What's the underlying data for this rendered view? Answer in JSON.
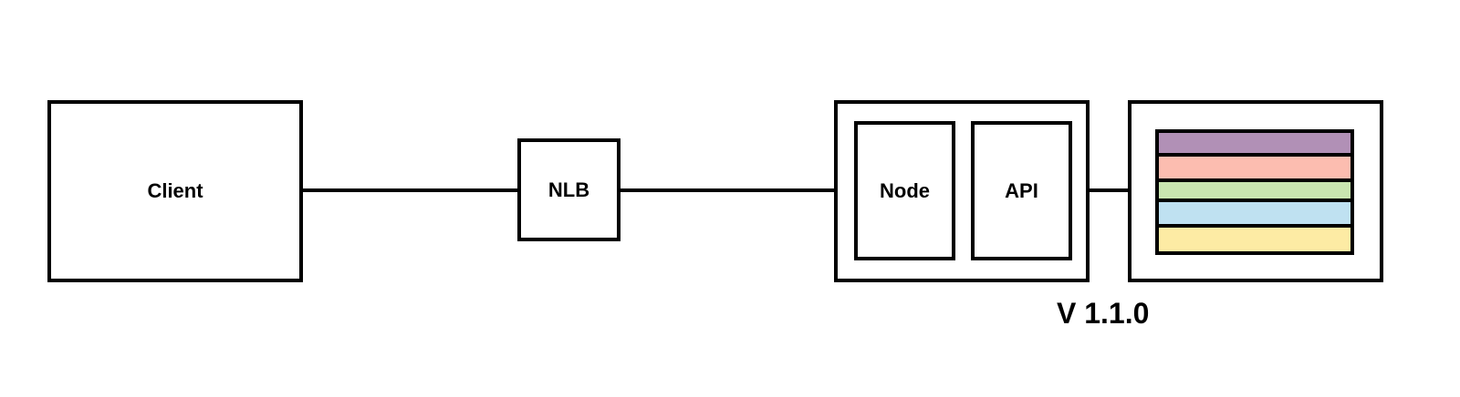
{
  "nodes": {
    "client": "Client",
    "nlb": "NLB",
    "node": "Node",
    "api": "API"
  },
  "version": "V 1.1.0",
  "storage_layers": [
    {
      "color": "#b190b6"
    },
    {
      "color": "#fcbdb0"
    },
    {
      "color": "#c9e5b0"
    },
    {
      "color": "#bfe1f1"
    },
    {
      "color": "#fdeba4"
    }
  ]
}
